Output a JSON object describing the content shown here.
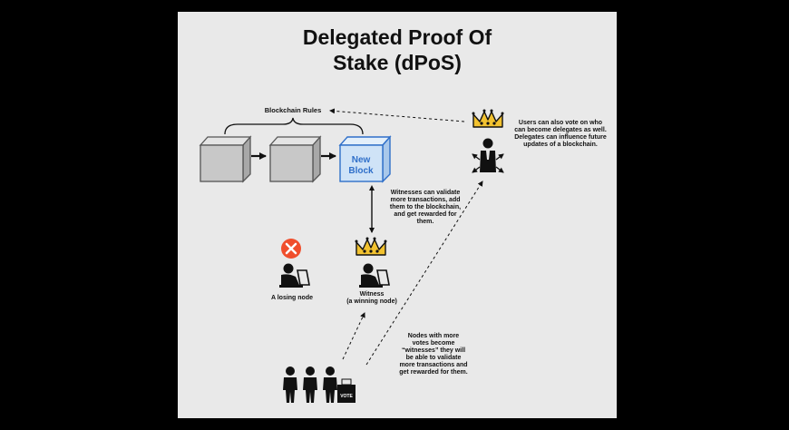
{
  "title": {
    "line1": "Delegated Proof Of",
    "line2": "Stake (dPoS)"
  },
  "blockchain_rules_label": "Blockchain Rules",
  "new_block": {
    "line1": "New",
    "line2": "Block"
  },
  "delegate_note": {
    "lines": [
      "Users can also vote on who",
      "can become delegates as well.",
      "Delegates can influence future",
      "updates of a blockchain."
    ]
  },
  "witness_note": {
    "lines": [
      "Witnesses can validate",
      "more transactions, add",
      "them to the blockchain,",
      "and get rewarded for",
      "them."
    ]
  },
  "losing_node_label": "A losing node",
  "witness_label": {
    "line1": "Witness",
    "line2": "(a winning node)"
  },
  "voters_note": {
    "lines": [
      "Nodes with more",
      "votes become",
      "“witnesses” they will",
      "be able to validate",
      "more transactions and",
      "get rewarded for them."
    ]
  },
  "vote_box_label": "VOTE",
  "colors": {
    "panel": "#e9e9e9",
    "block_gray": "#c8c8c8",
    "block_blue": "#cfe3f7",
    "block_blue_stroke": "#2f6fc9",
    "crown": "#f2c230",
    "cross_circle": "#f04e2c"
  }
}
